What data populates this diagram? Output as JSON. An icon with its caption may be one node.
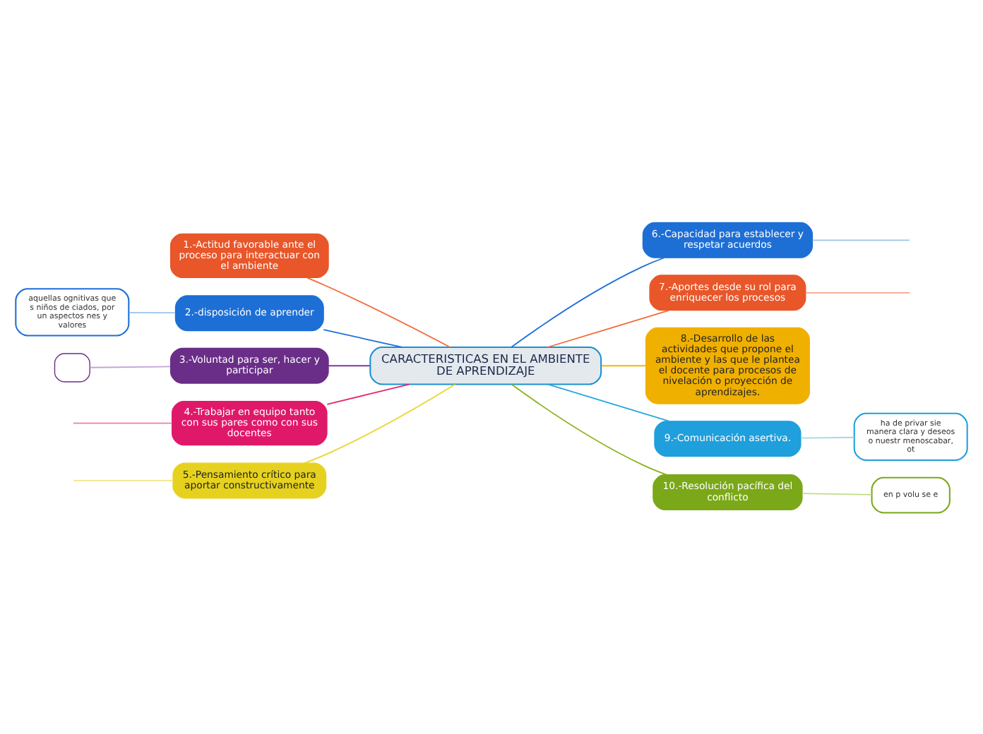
{
  "diagram": {
    "nodes": [
      {
        "text": [
          "CARACTERISTICAS EN EL AMBIENTE DE APRENDIZAJE"
        ]
      },
      {
        "text": [
          "1.-Actitud favorable ante el proceso para interactuar con el ambiente"
        ]
      },
      {
        "text": [
          "2.-disposición de aprender"
        ]
      },
      {
        "text": [
          "3.-Voluntad para ser, hacer y participar"
        ]
      },
      {
        "text": [
          "4.-Trabajar en equipo tanto con sus pares como con sus docentes"
        ]
      },
      {
        "text": [
          "5.-Pensamiento crítico para aportar constructivamente"
        ]
      },
      {
        "text": [
          "6.-Capacidad para establecer y respetar acuerdos"
        ]
      },
      {
        "text": [
          "7.-Aportes desde su rol para enriquecer los procesos"
        ]
      },
      {
        "text": [
          "8.-Desarrollo de las actividades que propone el ambiente y las que le plantea el docente para procesos de nivelación o proyección de aprendizajes."
        ]
      },
      {
        "text": [
          "9.-Comunicación asertiva."
        ]
      },
      {
        "text": [
          "10.-Resolución pacífica del conflicto"
        ]
      },
      {
        "text": [
          "aquellas ognitivas que s niños de ciados, por un aspectos nes y valores"
        ]
      },
      {
        "text": [],
        "shape": "box"
      },
      {
        "text": [
          "ha de privar sie manera clara y deseos o nuestr menoscabar, ot"
        ]
      },
      {
        "text": [
          "en p volu se e"
        ]
      }
    ],
    "edges": [
      {
        "from": 0,
        "to": 1,
        "arrow": "none",
        "color": "#f26b3a"
      },
      {
        "from": 0,
        "to": 2,
        "arrow": "none",
        "color": "#1d6fd6"
      },
      {
        "from": 0,
        "to": 3,
        "arrow": "none",
        "color": "#7b3a9a"
      },
      {
        "from": 0,
        "to": 4,
        "arrow": "none",
        "color": "#e8246e"
      },
      {
        "from": 0,
        "to": 5,
        "arrow": "none",
        "color": "#e8d62a"
      },
      {
        "from": 0,
        "to": 6,
        "arrow": "none",
        "color": "#1d6fd6"
      },
      {
        "from": 0,
        "to": 7,
        "arrow": "none",
        "color": "#f26b3a"
      },
      {
        "from": 0,
        "to": 8,
        "arrow": "none",
        "color": "#f5b800"
      },
      {
        "from": 0,
        "to": 9,
        "arrow": "none",
        "color": "#27a7e0"
      },
      {
        "from": 0,
        "to": 10,
        "arrow": "none",
        "color": "#8ab21e"
      },
      {
        "from": 2,
        "to": 11,
        "arrow": "none",
        "color": "#9cc4ec"
      },
      {
        "from": 3,
        "to": 12,
        "arrow": "none",
        "color": "#c4a3d6"
      },
      {
        "from": 9,
        "to": 13,
        "arrow": "none",
        "color": "#9fd6f0"
      },
      {
        "from": 10,
        "to": 14,
        "arrow": "none",
        "color": "#c3dc8a"
      },
      {
        "from": 4,
        "to": null,
        "arrow": "none",
        "color": "#f27ab0"
      },
      {
        "from": 5,
        "to": null,
        "arrow": "none",
        "color": "#f0e68a"
      },
      {
        "from": 6,
        "to": null,
        "arrow": "none",
        "color": "#9cc4ec"
      },
      {
        "from": 7,
        "to": null,
        "arrow": "none",
        "color": "#f5a58a"
      }
    ]
  }
}
